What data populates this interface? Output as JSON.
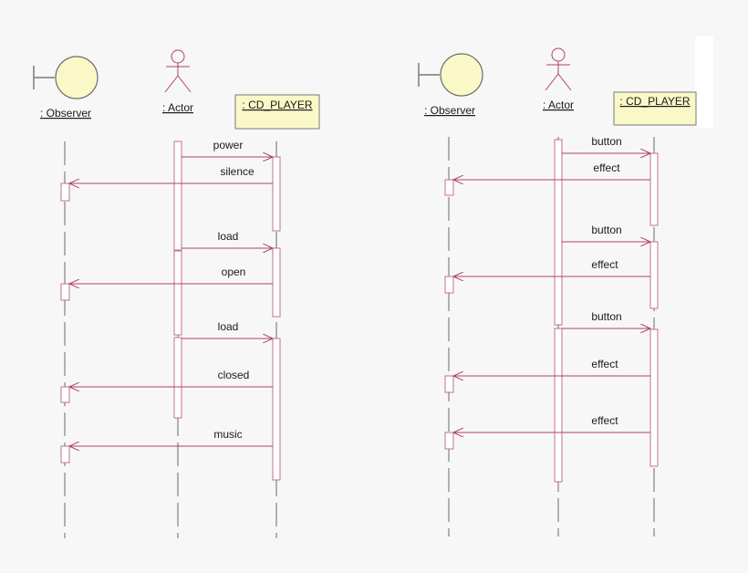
{
  "diagrams": [
    {
      "participants": [
        {
          "key": "observer",
          "type": "boundary",
          "label": ": Observer"
        },
        {
          "key": "actor",
          "type": "actor",
          "label": ": Actor"
        },
        {
          "key": "cd",
          "type": "object",
          "label": ": CD_PLAYER"
        }
      ],
      "messages": [
        {
          "from": "actor",
          "to": "cd",
          "label": "power"
        },
        {
          "from": "cd",
          "to": "observer",
          "label": "silence"
        },
        {
          "from": "actor",
          "to": "cd",
          "label": "load"
        },
        {
          "from": "cd",
          "to": "observer",
          "label": "open"
        },
        {
          "from": "actor",
          "to": "cd",
          "label": "load"
        },
        {
          "from": "cd",
          "to": "observer",
          "label": "closed"
        },
        {
          "from": "cd",
          "to": "observer",
          "label": "music"
        }
      ]
    },
    {
      "participants": [
        {
          "key": "observer",
          "type": "boundary",
          "label": ": Observer"
        },
        {
          "key": "actor",
          "type": "actor",
          "label": ": Actor"
        },
        {
          "key": "cd",
          "type": "object",
          "label": ": CD_PLAYER"
        }
      ],
      "messages": [
        {
          "from": "actor",
          "to": "cd",
          "label": "button"
        },
        {
          "from": "cd",
          "to": "observer",
          "label": "effect"
        },
        {
          "from": "actor",
          "to": "cd",
          "label": "button"
        },
        {
          "from": "cd",
          "to": "observer",
          "label": "effect"
        },
        {
          "from": "actor",
          "to": "cd",
          "label": "button"
        },
        {
          "from": "cd",
          "to": "observer",
          "label": "effect"
        },
        {
          "from": "cd",
          "to": "observer",
          "label": "effect"
        }
      ]
    }
  ],
  "colors": {
    "message_line": "#b04068",
    "boundary_fill": "#fbf8c8",
    "object_fill": "#fbf8c8",
    "lifeline": "#8a8a8a",
    "activation_stroke": "#c07090",
    "actor_stroke": "#b04068"
  }
}
